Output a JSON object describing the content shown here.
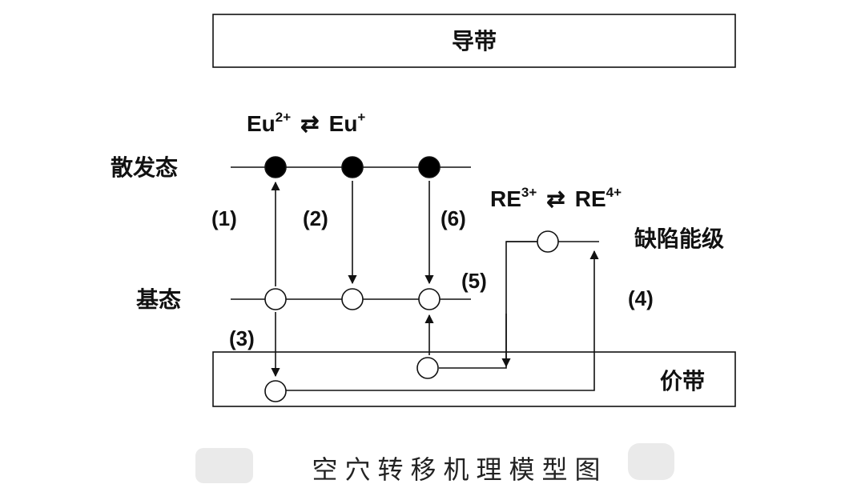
{
  "bands": {
    "conduction": "导带",
    "valence": "价带"
  },
  "levels": {
    "excited": "散发态",
    "ground": "基态",
    "defect": "缺陷能级"
  },
  "ions": {
    "eu": {
      "a": "Eu",
      "a_sup": "2+",
      "arrow": "⇄",
      "b": "Eu",
      "b_sup": "+"
    },
    "re": {
      "a": "RE",
      "a_sup": "3+",
      "arrow": "⇄",
      "b": "RE",
      "b_sup": "4+"
    }
  },
  "steps": [
    "(1)",
    "(2)",
    "(3)",
    "(4)",
    "(5)",
    "(6)"
  ],
  "caption": "空穴转移机理模型图",
  "colors": {
    "stroke": "#111111",
    "electron": "#000000",
    "hole": "#ffffff"
  }
}
